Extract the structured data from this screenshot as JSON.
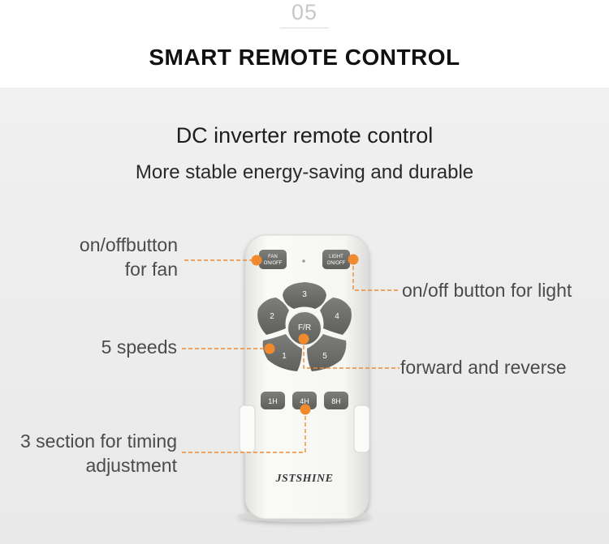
{
  "header": {
    "section_number": "05",
    "title": "SMART REMOTE CONTROL"
  },
  "intro": {
    "headline": "DC inverter remote control",
    "subheadline": "More stable energy-saving and durable"
  },
  "callouts": {
    "fan_power_line1": "on/offbutton",
    "fan_power_line2": "for fan",
    "light_power": "on/off button for light",
    "speeds": "5 speeds",
    "direction": "forward and reverse",
    "timer_line1": "3 section for timing",
    "timer_line2": "adjustment"
  },
  "remote": {
    "fan_button_line1": "FAN",
    "fan_button_line2": "ON/OFF",
    "light_button_line1": "LIGHT",
    "light_button_line2": "ON/OFF",
    "speed_3": "3",
    "speed_2": "2",
    "speed_4": "4",
    "speed_1": "1",
    "speed_5": "5",
    "center_button": "F/R",
    "timer_1h": "1H",
    "timer_4h": "4H",
    "timer_8h": "8H",
    "brand_logo": "JSTSHINE"
  },
  "colors": {
    "accent": "#f08a2c",
    "button_gray": "#6e6f6c",
    "remote_body": "#f7f7f5",
    "text_dark": "#111111",
    "text_label": "#4b4b4b"
  }
}
